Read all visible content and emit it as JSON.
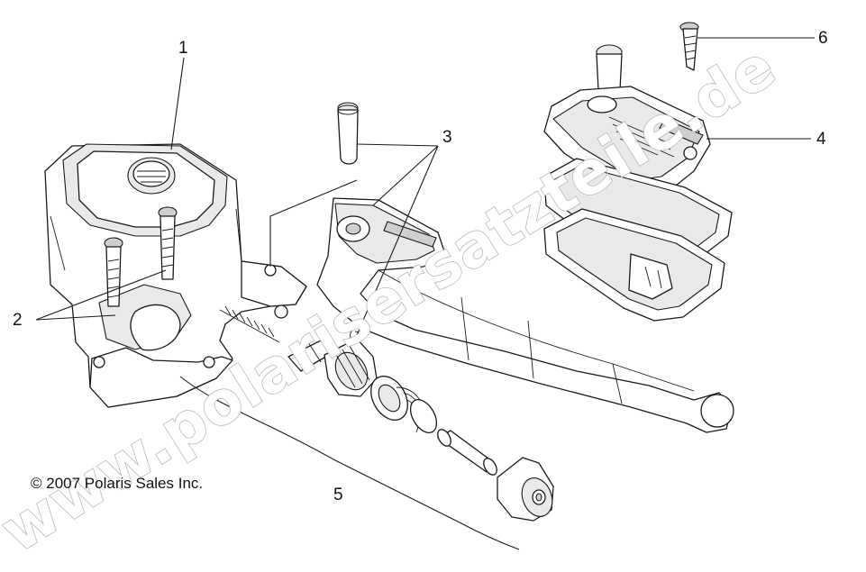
{
  "callouts": {
    "c1": "1",
    "c2": "2",
    "c3": "3",
    "c4": "4",
    "c5": "5",
    "c6": "6"
  },
  "copyright": "© 2007 Polaris Sales Inc.",
  "watermark": "www.polarisersatzteile.de"
}
